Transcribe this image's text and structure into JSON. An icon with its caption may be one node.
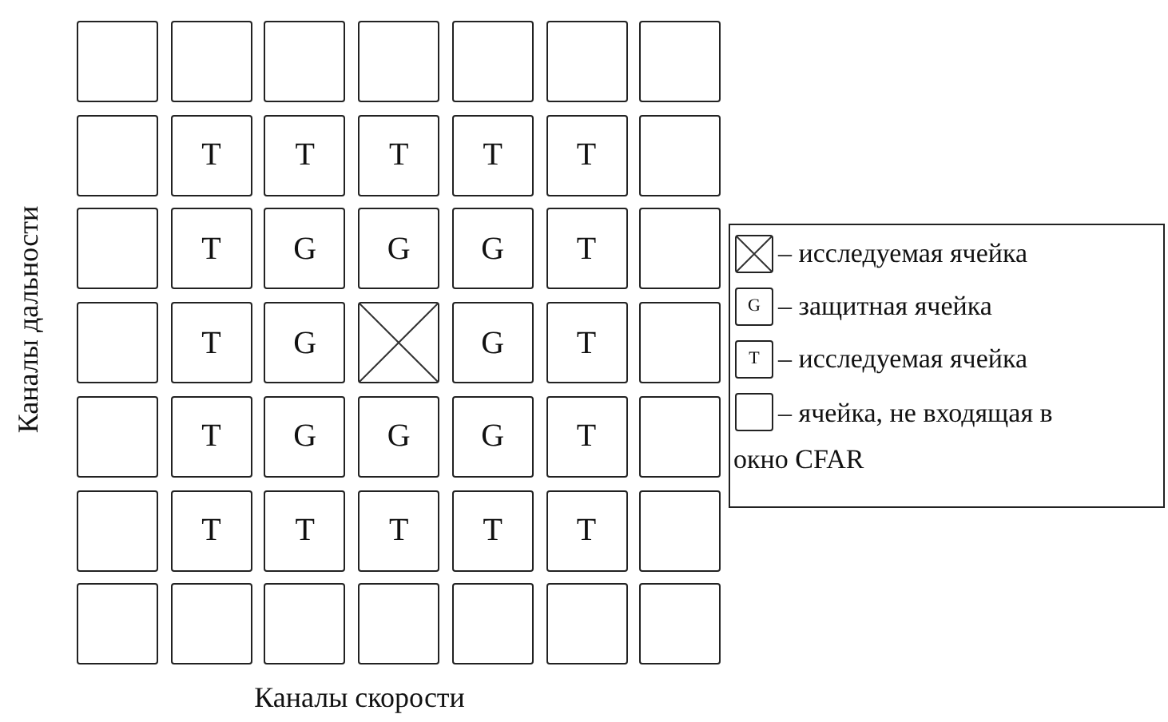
{
  "diagram": {
    "nodes": [
      {
        "text": [],
        "shape": "box"
      },
      {
        "text": [],
        "shape": "box"
      },
      {
        "text": [],
        "shape": "box"
      },
      {
        "text": [],
        "shape": "box"
      },
      {
        "text": [],
        "shape": "box"
      },
      {
        "text": [],
        "shape": "box"
      },
      {
        "text": [],
        "shape": "box"
      },
      {
        "text": [],
        "shape": "box"
      },
      {
        "text": [
          "T"
        ]
      },
      {
        "text": [
          "T"
        ]
      },
      {
        "text": [
          "T"
        ]
      },
      {
        "text": [
          "T"
        ]
      },
      {
        "text": [
          "T"
        ]
      },
      {
        "text": [],
        "shape": "box"
      },
      {
        "text": [],
        "shape": "box"
      },
      {
        "text": [
          "T"
        ]
      },
      {
        "text": [
          "G"
        ]
      },
      {
        "text": [
          "G"
        ]
      },
      {
        "text": [
          "G"
        ]
      },
      {
        "text": [
          "T"
        ]
      },
      {
        "text": [],
        "shape": "box"
      },
      {
        "text": [],
        "shape": "box"
      },
      {
        "text": [
          "T"
        ]
      },
      {
        "text": [
          "G"
        ]
      },
      {
        "text": [],
        "shape": "cross"
      },
      {
        "text": [
          "G"
        ]
      },
      {
        "text": [
          "T"
        ]
      },
      {
        "text": [],
        "shape": "box"
      },
      {
        "text": [],
        "shape": "box"
      },
      {
        "text": [
          "T"
        ]
      },
      {
        "text": [
          "G"
        ]
      },
      {
        "text": [
          "G"
        ]
      },
      {
        "text": [
          "G"
        ]
      },
      {
        "text": [
          "T"
        ]
      },
      {
        "text": [],
        "shape": "box"
      },
      {
        "text": [],
        "shape": "box"
      },
      {
        "text": [
          "T"
        ]
      },
      {
        "text": [
          "T"
        ]
      },
      {
        "text": [
          "T"
        ]
      },
      {
        "text": [
          "T"
        ]
      },
      {
        "text": [
          "T"
        ]
      },
      {
        "text": [],
        "shape": "box"
      },
      {
        "text": [],
        "shape": "box"
      },
      {
        "text": [],
        "shape": "box"
      },
      {
        "text": [],
        "shape": "box"
      },
      {
        "text": [],
        "shape": "box"
      },
      {
        "text": [],
        "shape": "box"
      },
      {
        "text": [],
        "shape": "box"
      },
      {
        "text": [],
        "shape": "box"
      },
      {
        "text": [],
        "shape": "cross"
      },
      {
        "text": [
          "G"
        ]
      },
      {
        "text": [
          "T"
        ]
      },
      {
        "text": [],
        "shape": "box"
      }
    ],
    "edges": [],
    "labels": [
      "Каналы дальности",
      "Каналы скорости"
    ],
    "legend": [
      {
        "text": "– исследуемая ячейка"
      },
      {
        "text": "– защитная ячейка"
      },
      {
        "text": "– исследуемая ячейка"
      },
      {
        "text": "– ячейка, не входящая в окно CFAR"
      }
    ]
  }
}
